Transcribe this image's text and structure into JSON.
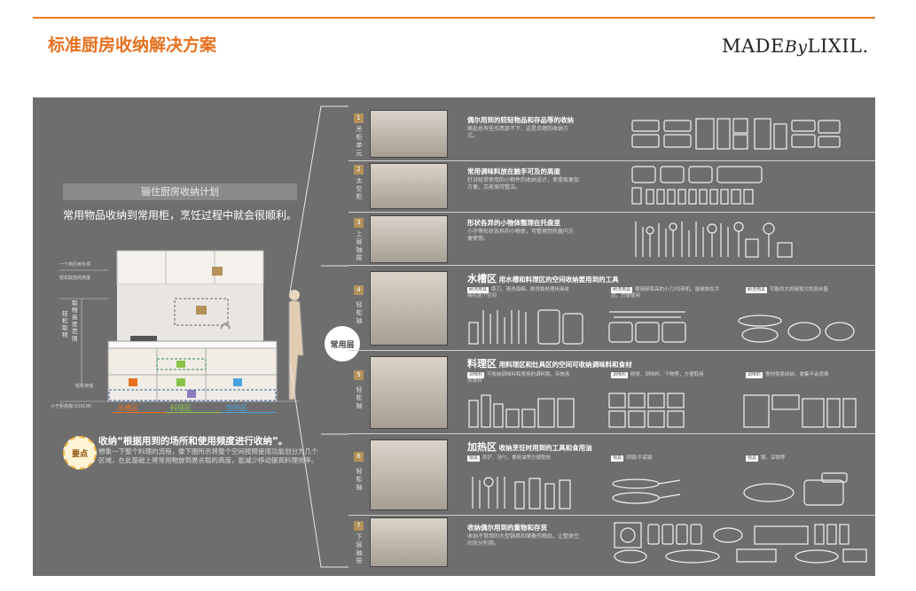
{
  "header": {
    "title": "标准厨房收纳解决方案",
    "brand_main": "MADE",
    "brand_by": "By",
    "brand_tail": "LIXIL."
  },
  "left": {
    "plan_title": "骊住厨房收纳计划",
    "lead": "常用物品收纳到常用柜，烹饪过程中就会很顺利。",
    "ann_top": "一个简历到专项",
    "ann_mid": "轻松取放的高度",
    "vertical_label_1": "取物高度范围",
    "vertical_label_2": "轻松取物",
    "floor_label": "轻松存储",
    "bottom_note": "小于柜高度(100CM)",
    "legend": [
      {
        "label": "水槽区",
        "color": "#e8701e"
      },
      {
        "label": "料理区",
        "color": "#8bc34a"
      },
      {
        "label": "加热区",
        "color": "#4aa3df"
      }
    ],
    "tip_badge": "要点",
    "tip_title": "收纳“根据用到的场所和使用频度进行收纳”。",
    "tip_body": "想象一下整个料理的流程，像下图所示将整个空间按照使用功能划分为几个区域，在此基础上将常用物放到易去取的高度，能减少移动提高料理效率。",
    "often_badge": "常用层"
  },
  "rows": [
    {
      "num": "1",
      "vlabel": "吊柜单元",
      "head": "偶尔用到的较轻物品和存品等的收纳",
      "desc": "高处总有些东西放不下，这是合理的收纳方式。"
    },
    {
      "num": "2",
      "vlabel": "太空柜",
      "head": "常用调味料放在触手可及的高度",
      "desc": "针对经常使用的小物件的收纳设计，使拿取更加方便，又能保持整洁。"
    },
    {
      "num": "3",
      "vlabel": "上层抽屉",
      "head": "形状各异的小物体整理在托盘里",
      "desc": "小于等形状各异的小物体，可整理到托盘内方便使用。"
    },
    {
      "num": "4",
      "vlabel": "轻松抽",
      "head_big": "水槽区",
      "head": "用水槽和料理区的空间收纳要用到的工具",
      "tags": [
        "刷洗用具",
        "刷洗用具",
        "刷洗用具"
      ],
      "cols": [
        "菜刀、清洗海绵，刷洗和处理用具收纳在这个空间",
        "使用频率高的小刀/切碎机，能够放在手边，方便使用",
        "可能的大的碗和大的沥水篮"
      ]
    },
    {
      "num": "5",
      "vlabel": "轻松抽",
      "head_big": "料理区",
      "head": "用料理区和灶具区的空间可收纳调味料和食材",
      "tags": [
        "调味料",
        "调味料",
        "调味料"
      ],
      "cols": [
        "可收纳调味料和常用的调料瓶，存放各类食材",
        "粉类、调味料、干物等，方便取用",
        "食材类易收纳，收集不会浪费"
      ]
    },
    {
      "num": "6",
      "vlabel": "轻松抽",
      "head_big": "加热区",
      "head": "收纳烹饪时用到的工具和食用油",
      "tags": [
        "锅具",
        "锅具",
        "锅具"
      ],
      "cols": [
        "煎铲、汤勺、食用油等方便取放",
        "煎锅/平底锅",
        "锅、深锅等"
      ]
    },
    {
      "num": "7",
      "vlabel": "下层抽屉",
      "head": "收纳偶尔用到的重物和存货",
      "desc": "收纳不常用的大型锅具和储备的物品，让整体空间充分利用。"
    }
  ]
}
